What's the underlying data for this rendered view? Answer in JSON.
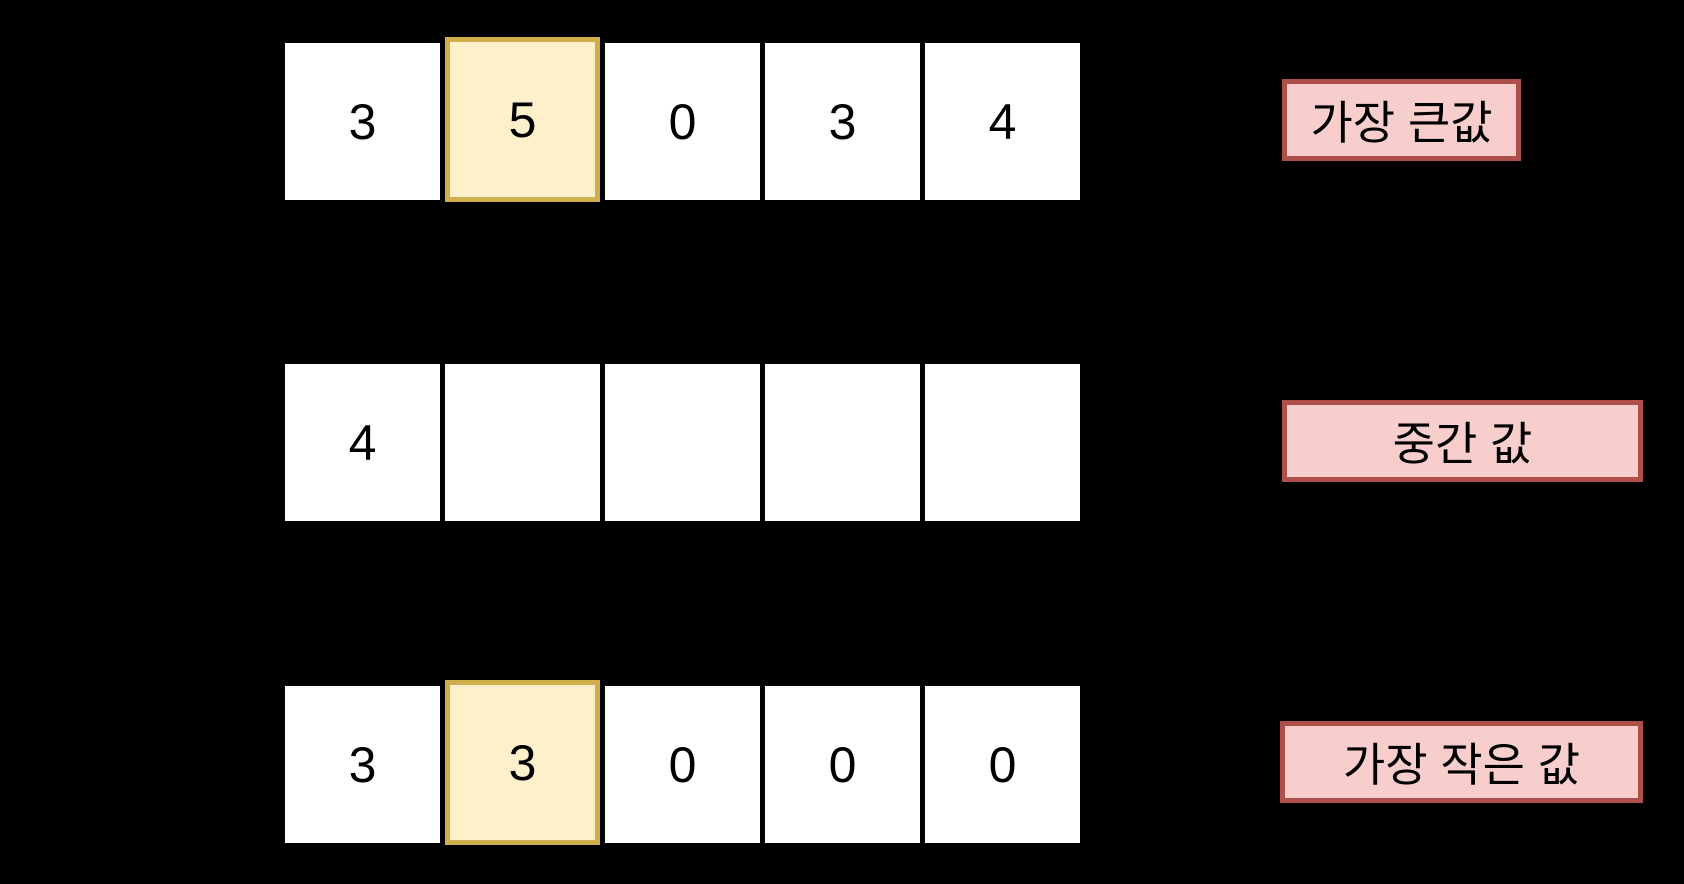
{
  "canvas": {
    "background": "#000000"
  },
  "colors": {
    "cell_bg": "#ffffff",
    "cell_divider": "#000000",
    "highlight_bg": "#fdf0cb",
    "highlight_border": "#cfae4e",
    "label_bg": "#f7cecc",
    "label_border": "#af4f4b",
    "text": "#000000"
  },
  "rows": [
    {
      "name": "max",
      "label": "가장 큰값",
      "cells": [
        {
          "value": "3",
          "highlighted": false
        },
        {
          "value": "5",
          "highlighted": true
        },
        {
          "value": "0",
          "highlighted": false
        },
        {
          "value": "3",
          "highlighted": false
        },
        {
          "value": "4",
          "highlighted": false
        }
      ]
    },
    {
      "name": "middle",
      "label": "중간 값",
      "cells": [
        {
          "value": "4",
          "highlighted": false
        },
        {
          "value": "",
          "highlighted": false
        },
        {
          "value": "",
          "highlighted": false
        },
        {
          "value": "",
          "highlighted": false
        },
        {
          "value": "",
          "highlighted": false
        }
      ]
    },
    {
      "name": "min",
      "label": "가장 작은 값",
      "cells": [
        {
          "value": "3",
          "highlighted": false
        },
        {
          "value": "3",
          "highlighted": true
        },
        {
          "value": "0",
          "highlighted": false
        },
        {
          "value": "0",
          "highlighted": false
        },
        {
          "value": "0",
          "highlighted": false
        }
      ]
    }
  ]
}
